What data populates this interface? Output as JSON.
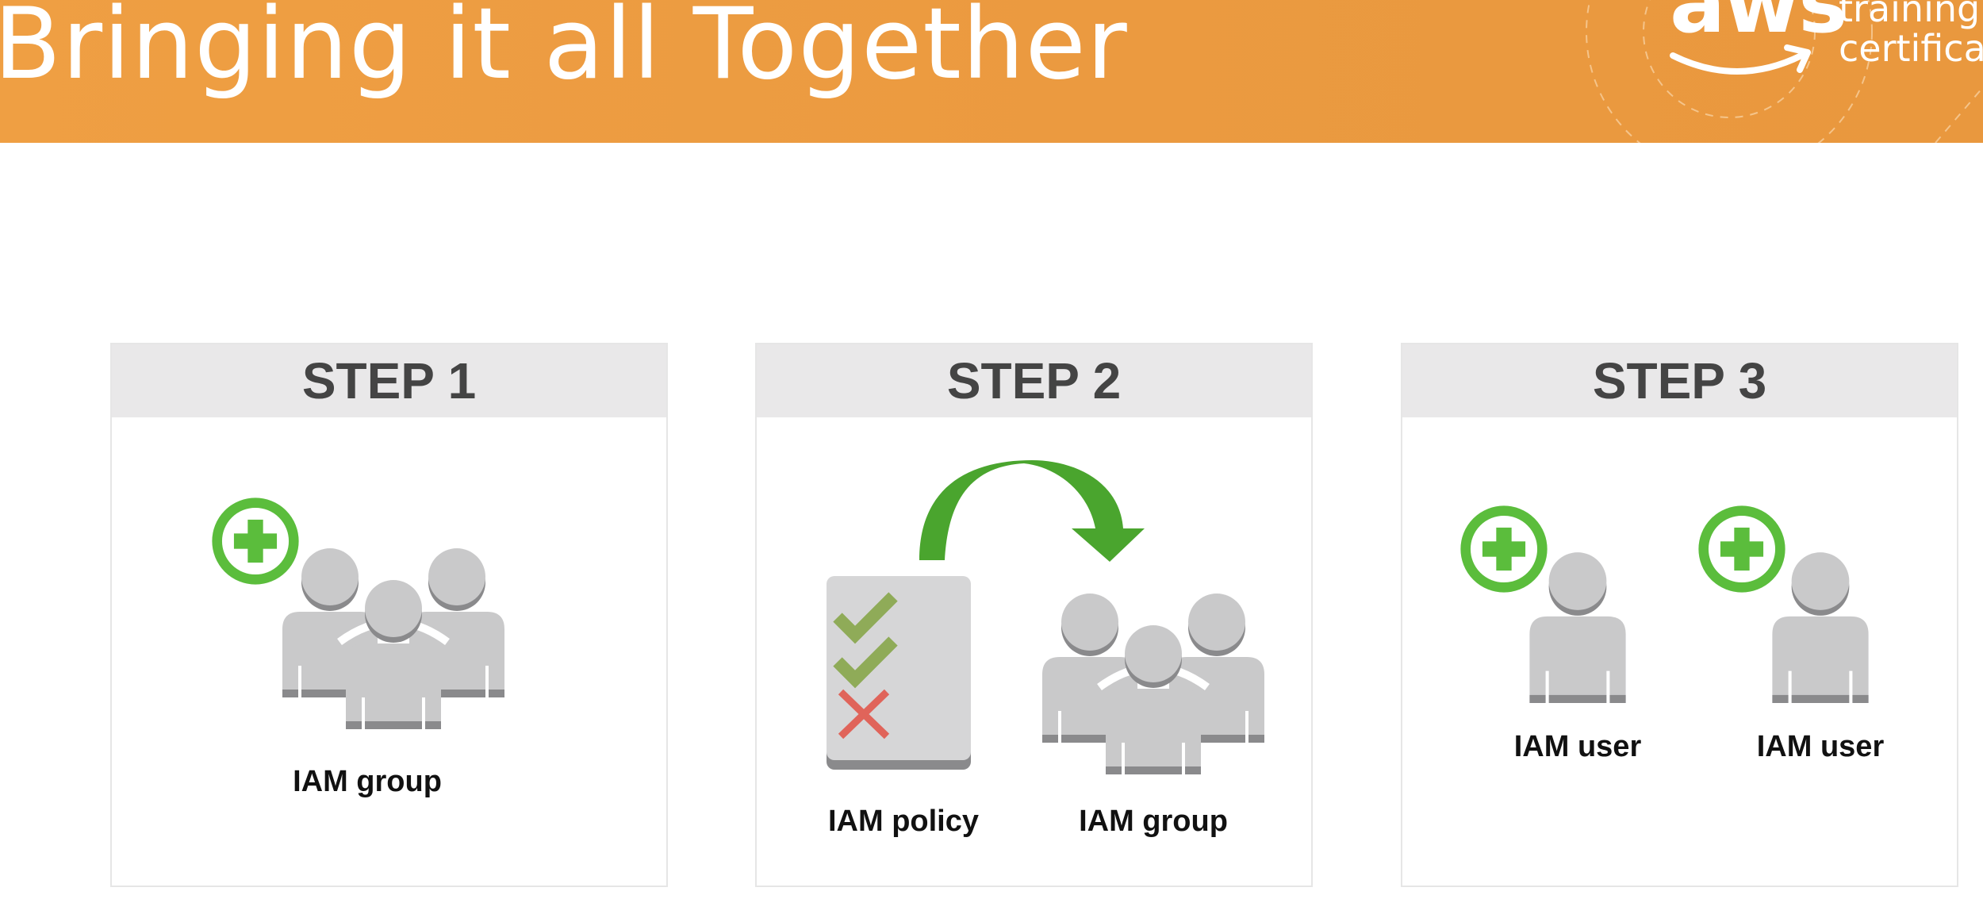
{
  "header": {
    "title": "Bringing it all Together",
    "logo": {
      "wordmark": "aws",
      "line1": "training and",
      "line2": "certification"
    },
    "background": "#ec9c41"
  },
  "steps": [
    {
      "title": "STEP 1",
      "items": [
        {
          "icon": "iam-group-add-icon",
          "label": "IAM group"
        }
      ]
    },
    {
      "title": "STEP 2",
      "items": [
        {
          "icon": "iam-policy-icon",
          "label": "IAM policy"
        },
        {
          "icon": "attach-arrow-icon"
        },
        {
          "icon": "iam-group-icon",
          "label": "IAM group"
        }
      ]
    },
    {
      "title": "STEP 3",
      "items": [
        {
          "icon": "iam-user-add-icon",
          "label": "IAM user"
        },
        {
          "icon": "iam-user-add-icon",
          "label": "IAM user"
        }
      ]
    }
  ],
  "colors": {
    "accent_green": "#5bbd3c",
    "arrow_green": "#4aa52e",
    "check_green": "#8fab58",
    "cross_red": "#e0645a",
    "person_gray": "#c9c9ca",
    "person_shadow": "#8a8a8c",
    "step_header_bg": "#e9e8e9"
  }
}
